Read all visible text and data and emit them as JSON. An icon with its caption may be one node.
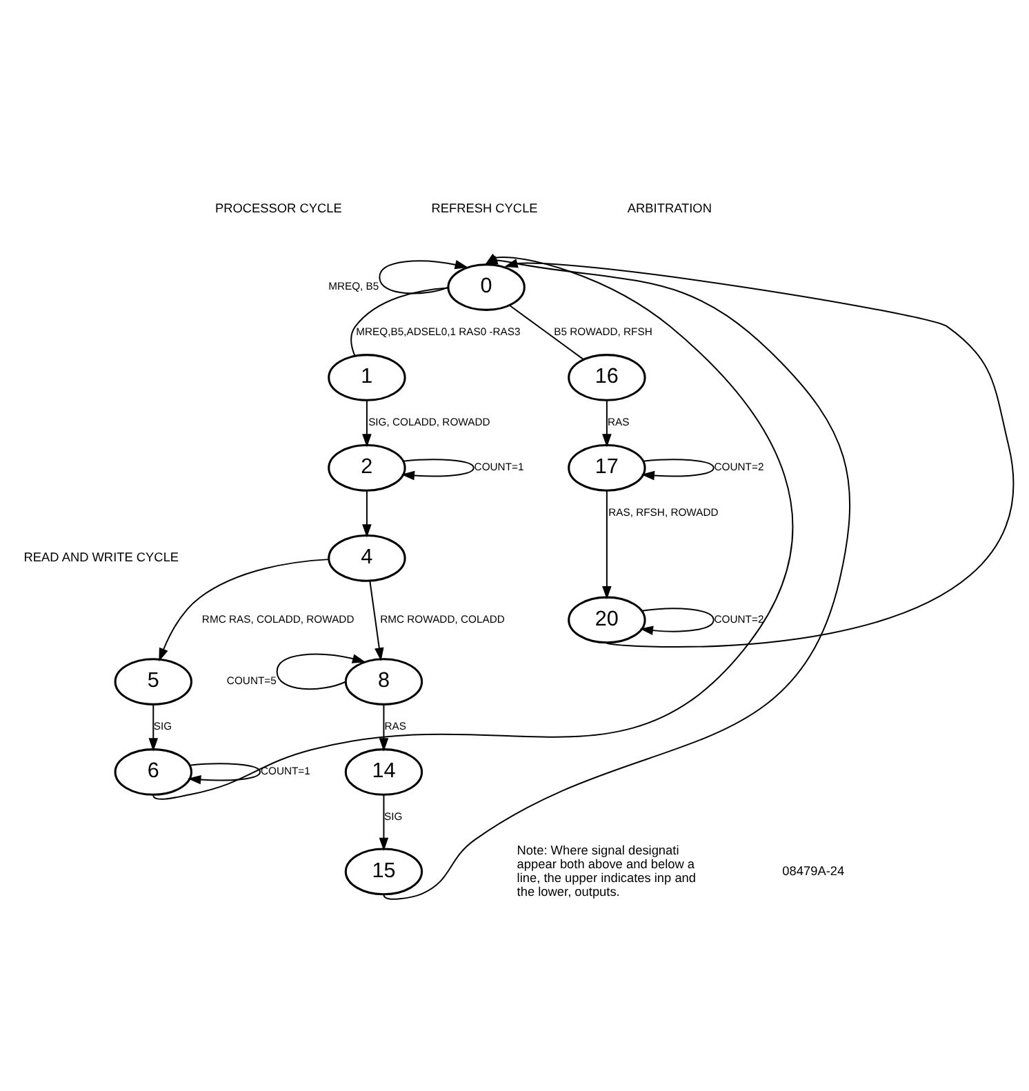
{
  "diagram": {
    "nodes": [
      {
        "text": [
          "0"
        ]
      },
      {
        "text": [
          "1"
        ]
      },
      {
        "text": [
          "2"
        ]
      },
      {
        "text": [
          "4"
        ]
      },
      {
        "text": [
          "5"
        ]
      },
      {
        "text": [
          "8"
        ]
      },
      {
        "text": [
          "6"
        ]
      },
      {
        "text": [
          "14"
        ]
      },
      {
        "text": [
          "15"
        ]
      },
      {
        "text": [
          "16"
        ]
      },
      {
        "text": [
          "17"
        ]
      },
      {
        "text": [
          "20"
        ]
      }
    ],
    "edges": [
      {
        "from": 0,
        "to": 0,
        "arrow": "to",
        "label": "MREQ, B5"
      },
      {
        "from": 0,
        "to": 1,
        "arrow": "none",
        "label": "MREQ,B5,ADSEL0,1 RAS0 -RAS3"
      },
      {
        "from": 0,
        "to": 9,
        "arrow": "none",
        "label": "B5 ROWADD, RFSH"
      },
      {
        "from": 1,
        "to": 2,
        "arrow": "to",
        "label": "SIG, COLADD, ROWADD"
      },
      {
        "from": 2,
        "to": 2,
        "arrow": "to",
        "label": "COUNT=1"
      },
      {
        "from": 2,
        "to": 3,
        "arrow": "to"
      },
      {
        "from": 3,
        "to": 4,
        "arrow": "to",
        "label": "RMC RAS, COLADD, ROWADD"
      },
      {
        "from": 3,
        "to": 5,
        "arrow": "to",
        "label": "RMC ROWADD, COLADD"
      },
      {
        "from": 5,
        "to": 5,
        "arrow": "to",
        "label": "COUNT=5"
      },
      {
        "from": 4,
        "to": 6,
        "arrow": "to",
        "label": "SIG"
      },
      {
        "from": 6,
        "to": 6,
        "arrow": "to",
        "label": "COUNT=1"
      },
      {
        "from": 5,
        "to": 7,
        "arrow": "to",
        "label": "RAS"
      },
      {
        "from": 7,
        "to": 8,
        "arrow": "to",
        "label": "SIG"
      },
      {
        "from": 9,
        "to": 10,
        "arrow": "to",
        "label": "RAS"
      },
      {
        "from": 10,
        "to": 10,
        "arrow": "to",
        "label": "COUNT=2"
      },
      {
        "from": 10,
        "to": 11,
        "arrow": "to",
        "label": "RAS, RFSH, ROWADD"
      },
      {
        "from": 11,
        "to": 11,
        "arrow": "to",
        "label": "COUNT=2"
      },
      {
        "from": 6,
        "to": 0,
        "arrow": "to"
      },
      {
        "from": 8,
        "to": 0,
        "arrow": "to"
      },
      {
        "from": 11,
        "to": 0,
        "arrow": "to"
      }
    ],
    "labels": [
      "PROCESSOR CYCLE",
      "REFRESH CYCLE",
      "ARBITRATION",
      "READ AND WRITE CYCLE",
      "Note: Where signal designati appear both above and below a line, the upper indicates inp and the lower, outputs.",
      "08479A-24"
    ]
  }
}
